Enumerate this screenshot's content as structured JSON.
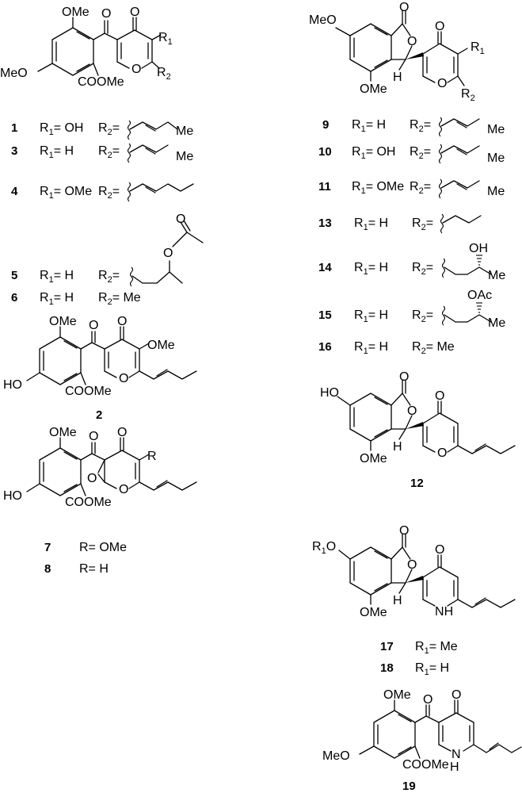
{
  "atoms": {
    "ome": "OMe",
    "meo": "MeO",
    "o": "O",
    "oh": "OH",
    "ho": "HO",
    "coome": "COOMe",
    "r": "R",
    "r1": "R",
    "r2": "R",
    "sub1": "1",
    "sub2": "2",
    "h": "H",
    "nh_n": "N",
    "nh_h": "H",
    "me": "Me",
    "oac": "OAc"
  },
  "compounds": {
    "c1": {
      "id": "1",
      "r1": "R",
      "r1_sub": "1",
      "r1_val": "= OH",
      "r2": "R",
      "r2_sub": "2",
      "r2_eq": "=",
      "r2_val": "Me"
    },
    "c3": {
      "id": "3",
      "r1": "R",
      "r1_sub": "1",
      "r1_val": "= H",
      "r2": "R",
      "r2_sub": "2",
      "r2_eq": "=",
      "r2_val": "Me"
    },
    "c4": {
      "id": "4",
      "r1": "R",
      "r1_sub": "1",
      "r1_val": "= OMe",
      "r2": "R",
      "r2_sub": "2",
      "r2_eq": "="
    },
    "c5": {
      "id": "5",
      "r1": "R",
      "r1_sub": "1",
      "r1_val": "= H",
      "r2": "R",
      "r2_sub": "2",
      "r2_eq": "="
    },
    "c6": {
      "id": "6",
      "r1": "R",
      "r1_sub": "1",
      "r1_val": "= H",
      "r2": "R",
      "r2_sub": "2",
      "r2_val": "= Me"
    },
    "c2": {
      "id": "2"
    },
    "c7": {
      "id": "7",
      "r_val": "R= OMe"
    },
    "c8": {
      "id": "8",
      "r_val": "R= H"
    },
    "c9": {
      "id": "9",
      "r1": "R",
      "r1_sub": "1",
      "r1_val": "= H",
      "r2": "R",
      "r2_sub": "2",
      "r2_eq": "=",
      "r2_val": "Me"
    },
    "c10": {
      "id": "10",
      "r1": "R",
      "r1_sub": "1",
      "r1_val": "= OH",
      "r2": "R",
      "r2_sub": "2",
      "r2_eq": "=",
      "r2_val": "Me"
    },
    "c11": {
      "id": "11",
      "r1": "R",
      "r1_sub": "1",
      "r1_val": "= OMe",
      "r2": "R",
      "r2_sub": "2",
      "r2_eq": "=",
      "r2_val": "Me"
    },
    "c13": {
      "id": "13",
      "r1": "R",
      "r1_sub": "1",
      "r1_val": "= H",
      "r2": "R",
      "r2_sub": "2",
      "r2_eq": "="
    },
    "c14": {
      "id": "14",
      "r1": "R",
      "r1_sub": "1",
      "r1_val": "= H",
      "r2": "R",
      "r2_sub": "2",
      "r2_eq": "=",
      "oh": "OH",
      "me": "Me"
    },
    "c15": {
      "id": "15",
      "r1": "R",
      "r1_sub": "1",
      "r1_val": "= H",
      "r2": "R",
      "r2_sub": "2",
      "r2_eq": "=",
      "oac": "OAc",
      "me": "Me"
    },
    "c16": {
      "id": "16",
      "r1": "R",
      "r1_sub": "1",
      "r1_val": "= H",
      "r2": "R",
      "r2_sub": "2",
      "r2_val": "= Me"
    },
    "c12": {
      "id": "12"
    },
    "c17": {
      "id": "17",
      "r1": "R",
      "r1_sub": "1",
      "r1_val": "= Me"
    },
    "c18": {
      "id": "18",
      "r1": "R",
      "r1_sub": "1",
      "r1_val": "= H"
    },
    "c19": {
      "id": "19"
    }
  }
}
